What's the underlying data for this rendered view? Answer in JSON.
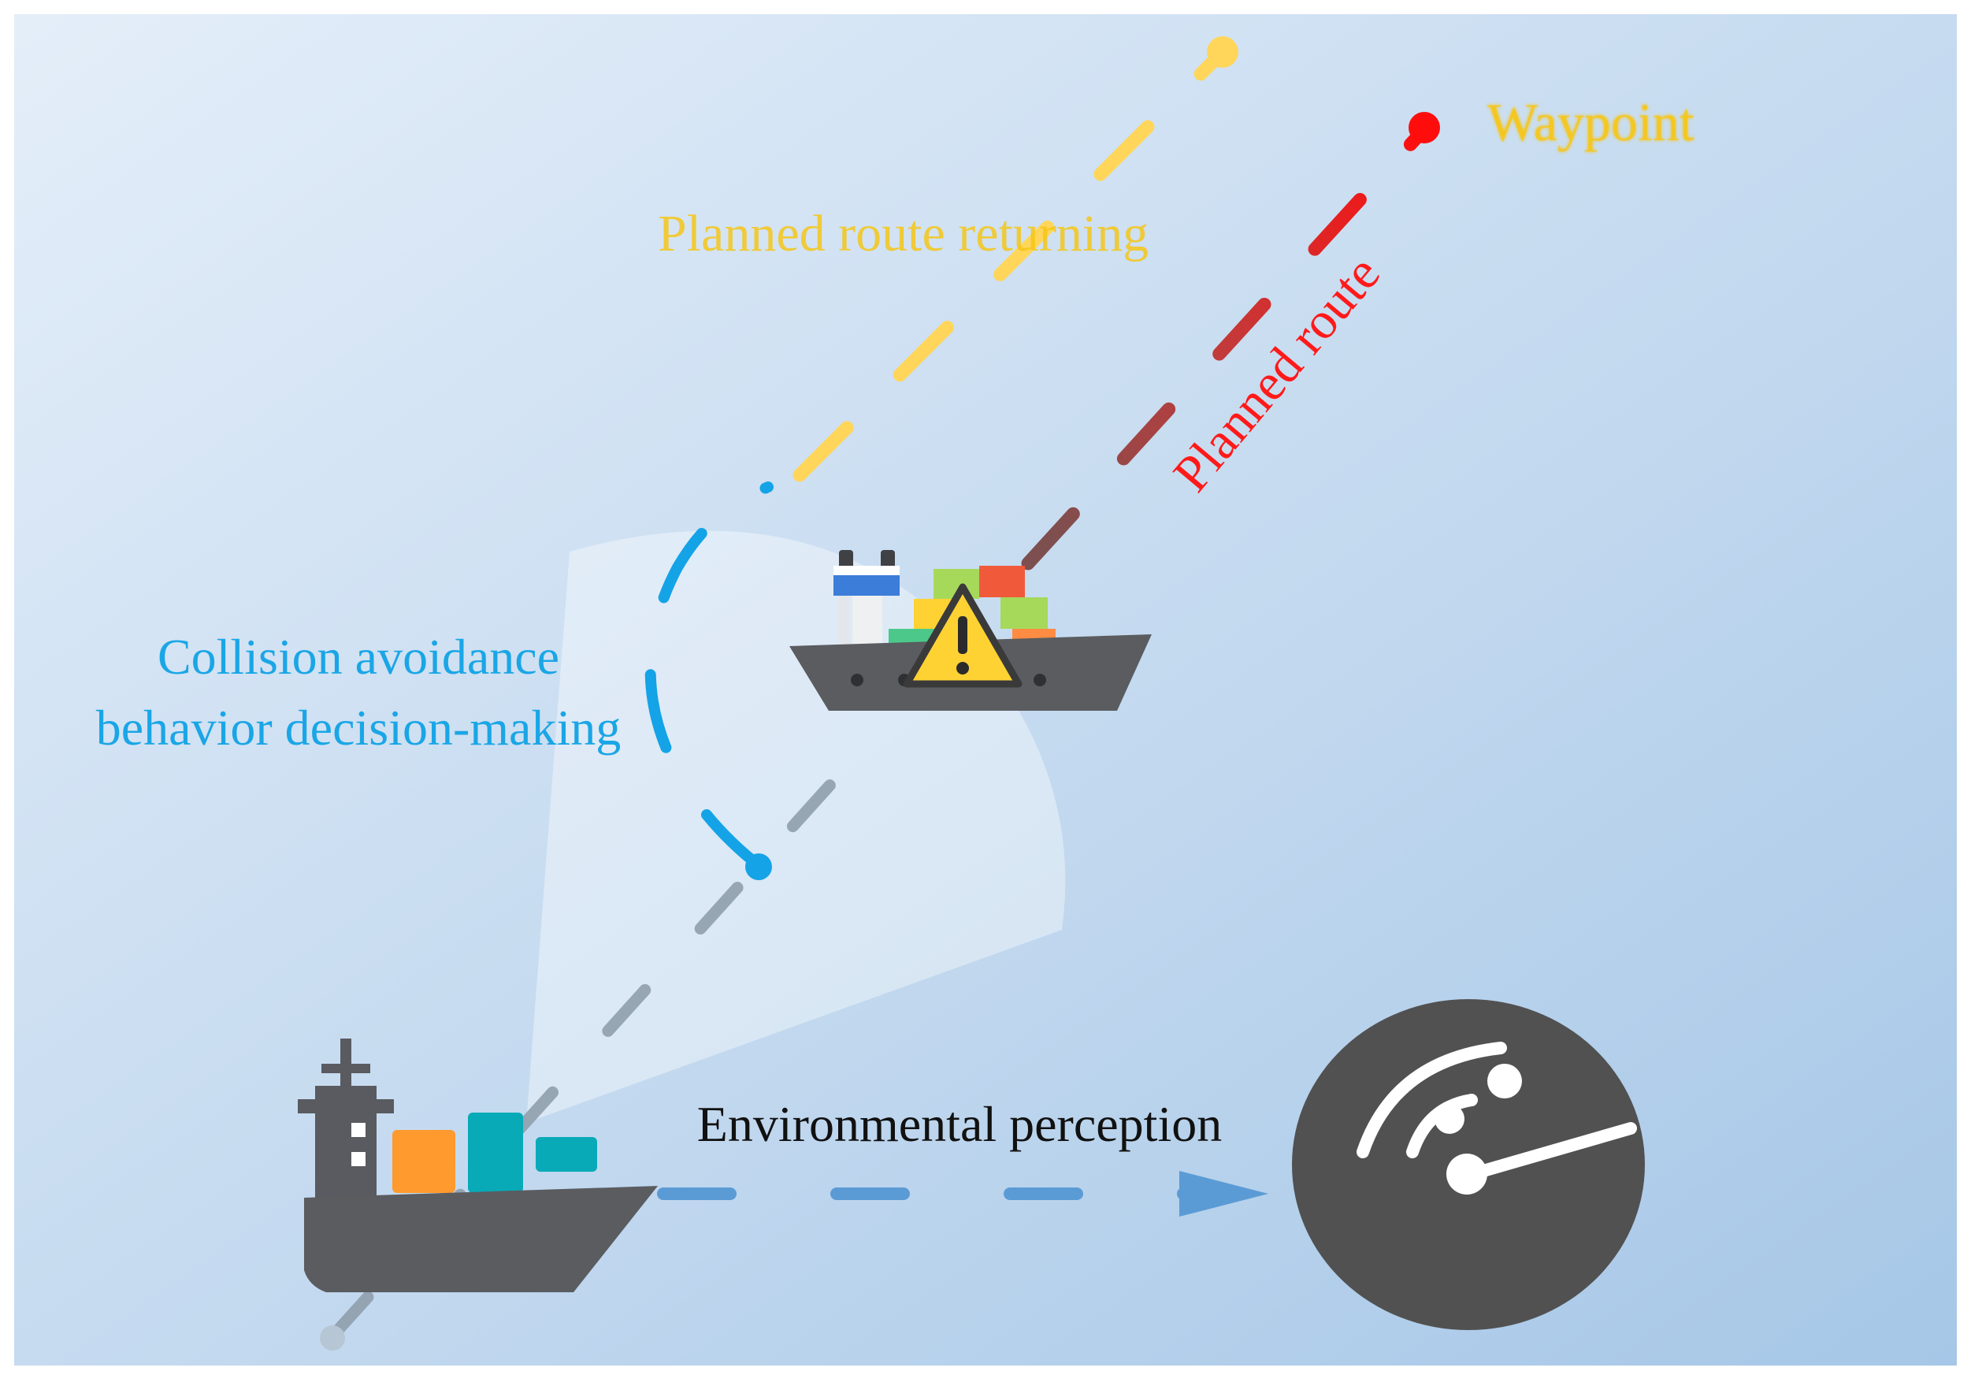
{
  "labels": {
    "waypoint": "Waypoint",
    "planned_route_returning": "Planned route returning",
    "planned_route": "Planned route",
    "collision_line1": "Collision avoidance",
    "collision_line2": "behavior decision-making",
    "environmental_perception": "Environmental perception"
  },
  "colors": {
    "background_start": "#e3edf8",
    "background_end": "#a9c9e8",
    "returning_route": "#ffd65a",
    "waypoint_text": "#f5c518",
    "planned_route": "#ff1a1a",
    "planned_route_faded": "#8a4a4a",
    "collision_path": "#1aa6e6",
    "collision_text": "#1aa6e6",
    "own_route": "#8c9aa8",
    "perception_arrow": "#5b9bd5",
    "radar_body": "#515151",
    "ship_hull": "#5a5c60",
    "container_orange": "#ff9a2e",
    "container_teal": "#08aab8",
    "warning_yellow": "#ffd233"
  },
  "icons": {
    "own_ship": "cargo-ship-icon",
    "target_ship": "container-ship-icon",
    "warning": "warning-triangle-icon",
    "radar": "radar-sensor-icon"
  }
}
